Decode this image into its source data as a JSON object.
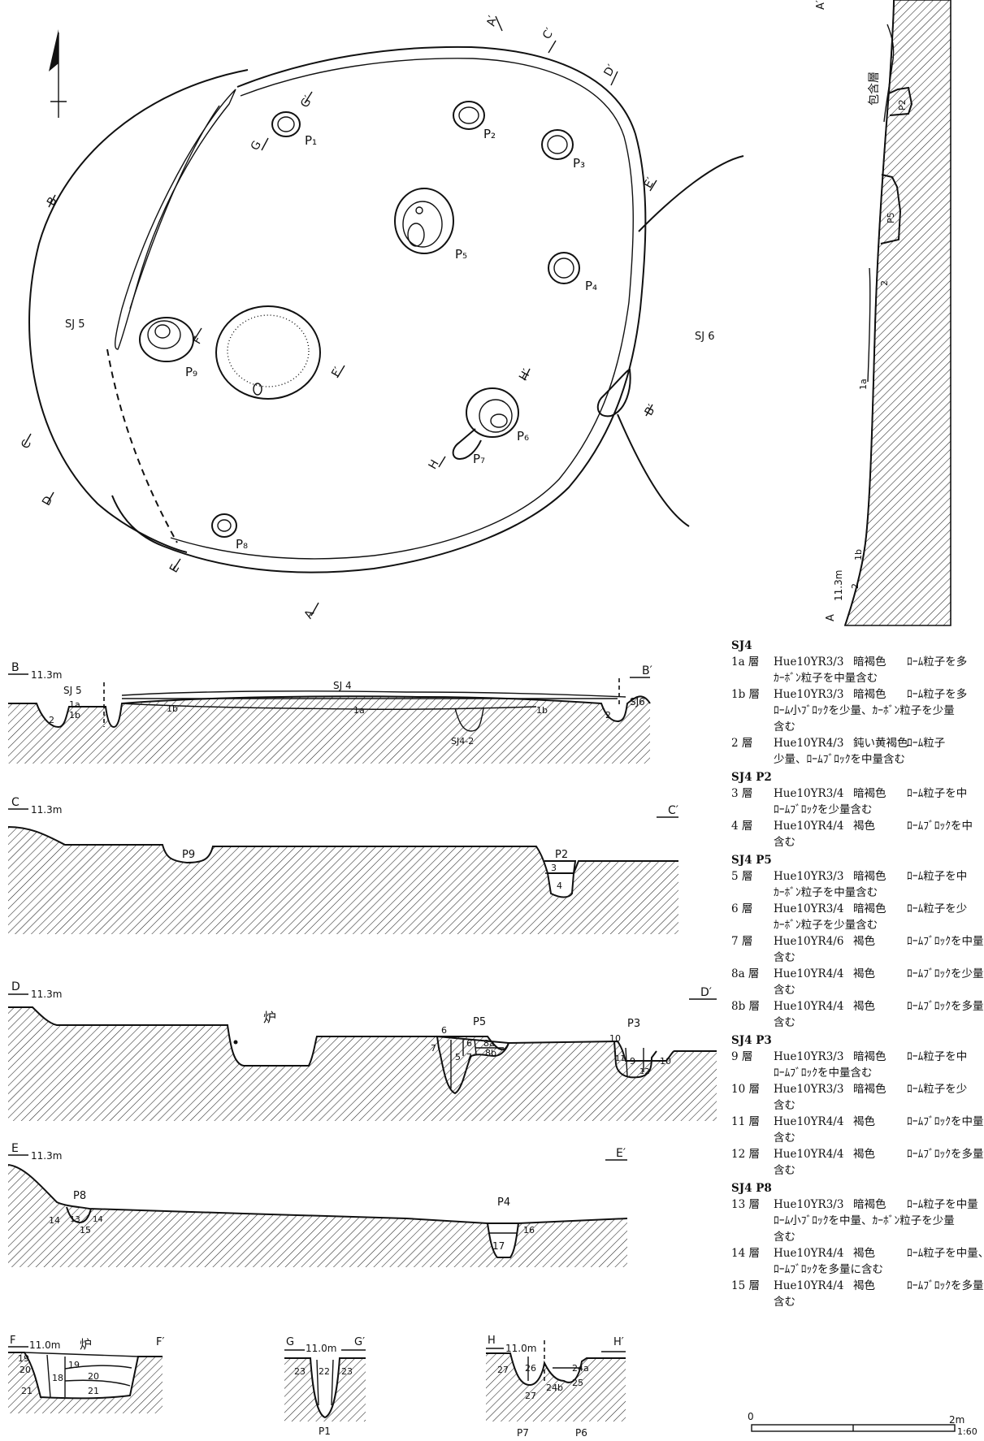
{
  "plan": {
    "label_sj5": "SJ 5",
    "label_sj6": "SJ 6",
    "pits": [
      "P1",
      "P2",
      "P3",
      "P4",
      "P5",
      "P6",
      "P7",
      "P8",
      "P9"
    ],
    "section_marks": {
      "A": "A",
      "A2": "A′",
      "B": "B",
      "B2": "B′",
      "C": "C",
      "C2": "C′",
      "D": "D",
      "D2": "D′",
      "E": "E",
      "E2": "E′",
      "F": "F",
      "F2": "F′",
      "G": "G",
      "G2": "G′",
      "H": "H",
      "H2": "H′"
    }
  },
  "profile_a": {
    "label_top": "A′",
    "label_bottom": "A",
    "elevation": "11.3m",
    "inclusion_label": "包含層",
    "layers": [
      "P2",
      "P5",
      "2",
      "1a",
      "1b",
      "2"
    ]
  },
  "sections": {
    "b": {
      "start": "B",
      "end": "B′",
      "elevation": "11.3m",
      "labels": [
        "SJ 5",
        "SJ 4",
        "SJ6",
        "1a",
        "1b",
        "2",
        "1b",
        "1a",
        "1b",
        "2",
        "SJ4-2"
      ]
    },
    "c": {
      "start": "C",
      "end": "C′",
      "elevation": "11.3m",
      "labels": [
        "P9",
        "P2",
        "3",
        "4"
      ]
    },
    "d": {
      "start": "D",
      "end": "D′",
      "elevation": "11.3m",
      "hearth": "炉",
      "labels": [
        "P5",
        "P3",
        "6",
        "7",
        "6",
        "5",
        "7",
        "8a",
        "8b",
        "10",
        "11",
        "9",
        "12",
        "10"
      ]
    },
    "e": {
      "start": "E",
      "end": "E′",
      "elevation": "11.3m",
      "labels": [
        "P8",
        "P4",
        "14",
        "13",
        "14",
        "15",
        "16",
        "17"
      ]
    },
    "f": {
      "start": "F",
      "end": "F′",
      "elevation": "11.0m",
      "hearth": "炉",
      "labels": [
        "19",
        "19",
        "20",
        "18",
        "20",
        "21",
        "21"
      ]
    },
    "g": {
      "start": "G",
      "end": "G′",
      "elevation": "11.0m",
      "labels": [
        "23",
        "22",
        "23",
        "P1"
      ]
    },
    "h": {
      "start": "H",
      "end": "H′",
      "elevation": "11.0m",
      "labels": [
        "27",
        "26",
        "24a",
        "24b",
        "25",
        "27",
        "P7",
        "P6"
      ]
    }
  },
  "legend": {
    "groups": [
      {
        "title": "SJ4",
        "rows": [
          {
            "no": "1a 層",
            "hue": "Hue10YR3/3",
            "color": "暗褐色",
            "desc": "ﾛｰﾑ粒子を多",
            "cont": [
              "ｶｰﾎﾞﾝ粒子を中量含む"
            ]
          },
          {
            "no": "1b 層",
            "hue": "Hue10YR3/3",
            "color": "暗褐色",
            "desc": "ﾛｰﾑ粒子を多",
            "cont": [
              "ﾛｰﾑ小ﾌﾞﾛｯｸを少量、ｶｰﾎﾞﾝ粒子を少量",
              "含む"
            ]
          },
          {
            "no": "2 層",
            "hue": "Hue10YR4/3",
            "color": "鈍い黄褐色",
            "desc": "ﾛｰﾑ粒子",
            "cont": [
              "少量、ﾛｰﾑﾌﾞﾛｯｸを中量含む"
            ]
          }
        ]
      },
      {
        "title": "SJ4 P2",
        "rows": [
          {
            "no": "3 層",
            "hue": "Hue10YR3/4",
            "color": "暗褐色",
            "desc": "ﾛｰﾑ粒子を中",
            "cont": [
              "ﾛｰﾑﾌﾞﾛｯｸを少量含む"
            ]
          },
          {
            "no": "4 層",
            "hue": "Hue10YR4/4",
            "color": "褐色",
            "desc": "ﾛｰﾑﾌﾞﾛｯｸを中",
            "cont": [
              "含む"
            ]
          }
        ]
      },
      {
        "title": "SJ4 P5",
        "rows": [
          {
            "no": "5 層",
            "hue": "Hue10YR3/3",
            "color": "暗褐色",
            "desc": "ﾛｰﾑ粒子を中",
            "cont": [
              "ｶｰﾎﾞﾝ粒子を中量含む"
            ]
          },
          {
            "no": "6 層",
            "hue": "Hue10YR3/4",
            "color": "暗褐色",
            "desc": "ﾛｰﾑ粒子を少",
            "cont": [
              "ｶｰﾎﾞﾝ粒子を少量含む"
            ]
          },
          {
            "no": "7 層",
            "hue": "Hue10YR4/6",
            "color": "褐色",
            "desc": "ﾛｰﾑﾌﾞﾛｯｸを中量",
            "cont": [
              "含む"
            ]
          },
          {
            "no": "8a 層",
            "hue": "Hue10YR4/4",
            "color": "褐色",
            "desc": "ﾛｰﾑﾌﾞﾛｯｸを少量",
            "cont": [
              "含む"
            ]
          },
          {
            "no": "8b 層",
            "hue": "Hue10YR4/4",
            "color": "褐色",
            "desc": "ﾛｰﾑﾌﾞﾛｯｸを多量",
            "cont": [
              "含む"
            ]
          }
        ]
      },
      {
        "title": "SJ4 P3",
        "rows": [
          {
            "no": "9 層",
            "hue": "Hue10YR3/3",
            "color": "暗褐色",
            "desc": "ﾛｰﾑ粒子を中",
            "cont": [
              "ﾛｰﾑﾌﾞﾛｯｸを中量含む"
            ]
          },
          {
            "no": "10 層",
            "hue": "Hue10YR3/3",
            "color": "暗褐色",
            "desc": "ﾛｰﾑ粒子を少",
            "cont": [
              "含む"
            ]
          },
          {
            "no": "11 層",
            "hue": "Hue10YR4/4",
            "color": "褐色",
            "desc": "ﾛｰﾑﾌﾞﾛｯｸを中量",
            "cont": [
              "含む"
            ]
          },
          {
            "no": "12 層",
            "hue": "Hue10YR4/4",
            "color": "褐色",
            "desc": "ﾛｰﾑﾌﾞﾛｯｸを多量",
            "cont": [
              "含む"
            ]
          }
        ]
      },
      {
        "title": "SJ4 P8",
        "rows": [
          {
            "no": "13 層",
            "hue": "Hue10YR3/3",
            "color": "暗褐色",
            "desc": "ﾛｰﾑ粒子を中量",
            "cont": [
              "ﾛｰﾑ小ﾌﾞﾛｯｸを中量、ｶｰﾎﾞﾝ粒子を少量",
              "含む"
            ]
          },
          {
            "no": "14 層",
            "hue": "Hue10YR4/4",
            "color": "褐色",
            "desc": "ﾛｰﾑ粒子を中量、",
            "cont": [
              "ﾛｰﾑﾌﾞﾛｯｸを多量に含む"
            ]
          },
          {
            "no": "15 層",
            "hue": "Hue10YR4/4",
            "color": "褐色",
            "desc": "ﾛｰﾑﾌﾞﾛｯｸを多量",
            "cont": [
              "含む"
            ]
          }
        ]
      }
    ]
  },
  "scale": {
    "zero": "0",
    "max": "2m",
    "ratio": "1:60"
  }
}
